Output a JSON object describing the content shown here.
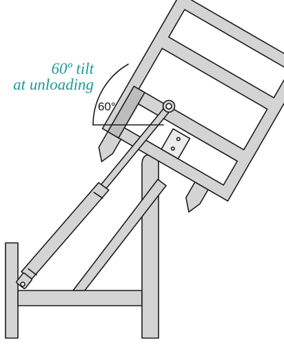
{
  "annotation": {
    "line1": "60º  tilt",
    "line2": "at unloading",
    "angle": "60°"
  },
  "colors": {
    "caption": "#1f9a9a",
    "frame": "#d4d4d4",
    "inner": "#bdbdbd",
    "outline": "#1a1a1a",
    "background": "#ffffff"
  }
}
